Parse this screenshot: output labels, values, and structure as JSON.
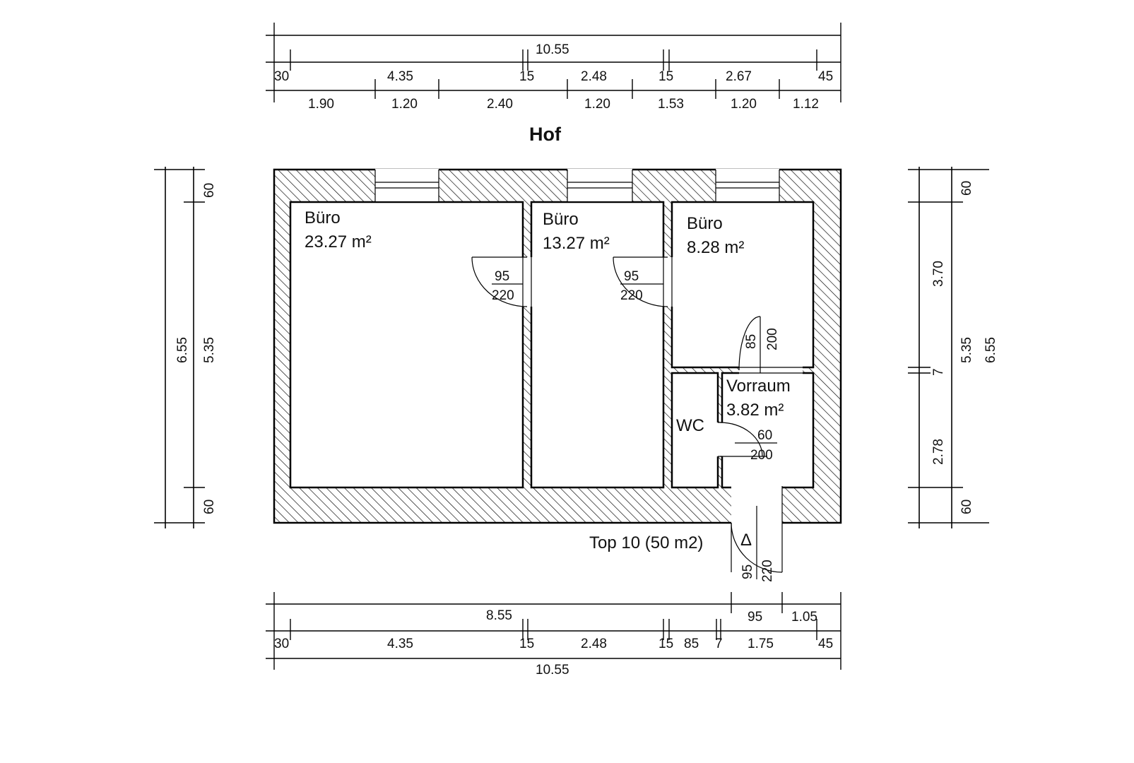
{
  "courtyard_label": "Hof",
  "apartment_label": "Top 10 (50 m2)",
  "entrance_marker": "Δ",
  "rooms": [
    {
      "name": "Büro",
      "area": "23.27 m²"
    },
    {
      "name": "Büro",
      "area": "13.27 m²"
    },
    {
      "name": "Büro",
      "area": "8.28 m²"
    },
    {
      "name": "Vorraum",
      "area": "3.82 m²"
    },
    {
      "name": "WC"
    }
  ],
  "doors": [
    {
      "width": "95",
      "height": "220"
    },
    {
      "width": "95",
      "height": "220"
    },
    {
      "width": "85",
      "height": "200"
    },
    {
      "width": "60",
      "height": "200"
    },
    {
      "width": "95",
      "height": "220"
    }
  ],
  "dimensions": {
    "top_total": "10.55",
    "top_row2": [
      "30",
      "4.35",
      "15",
      "2.48",
      "15",
      "2.67",
      "45"
    ],
    "top_row3": [
      "1.90",
      "1.20",
      "2.40",
      "1.20",
      "1.53",
      "1.20",
      "1.12"
    ],
    "left": [
      "60",
      "5.35",
      "60",
      "6.55"
    ],
    "right": [
      "60",
      "3.70",
      "7",
      "2.78",
      "60",
      "5.35",
      "6.55"
    ],
    "bottom_row1": [
      "8.55",
      "95",
      "1.05"
    ],
    "bottom_row2": [
      "30",
      "4.35",
      "15",
      "2.48",
      "15",
      "85",
      "7",
      "1.75",
      "45"
    ],
    "bottom_total": "10.55"
  }
}
